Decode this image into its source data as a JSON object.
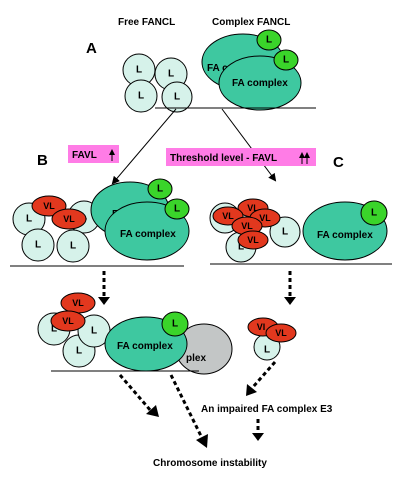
{
  "headers": {
    "free_fancl": "Free FANCL",
    "complex_fancl": "Complex FANCL"
  },
  "panels": {
    "a": "A",
    "b": "B",
    "c": "C"
  },
  "boxes": {
    "favl": "FAVL",
    "threshold": "Threshold level - FAVL"
  },
  "labels": {
    "l": "L",
    "vl": "VL",
    "fa_complex": "FA complex",
    "fa_complex_hidden": "FA co",
    "fa_complex_grey_tail": "plex",
    "vl_clipped": "VI"
  },
  "outcomes": {
    "impaired": "An impaired FA complex E3",
    "instability": "Chromosome instability"
  },
  "colors": {
    "l_fill": "#d6f2ea",
    "complex_fill": "#3ec8a0",
    "green_l": "#3ad42a",
    "vl_fill": "#e2381e",
    "grey_fill": "#c3c6c6",
    "box_fill": "#ff7ce6"
  }
}
